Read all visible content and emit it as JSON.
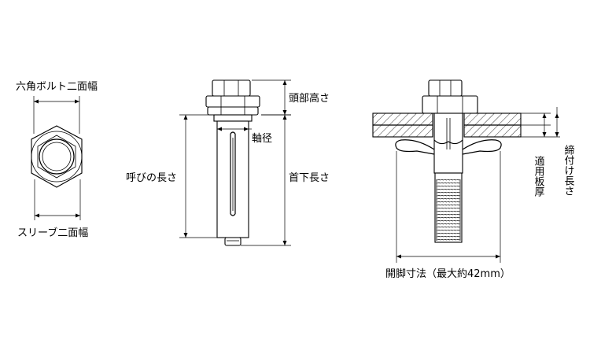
{
  "labels": {
    "hex_bolt_width": "六角ボルト二面幅",
    "sleeve_width": "スリーブ二面幅",
    "head_height": "頭部高さ",
    "shaft_diameter": "軸径",
    "nominal_length": "呼びの長さ",
    "under_head_length": "首下長さ",
    "applicable_thickness": "適用板厚",
    "tightening_length": "締付け長さ",
    "opening_dimension": "開脚寸法（最大約42mm）"
  }
}
